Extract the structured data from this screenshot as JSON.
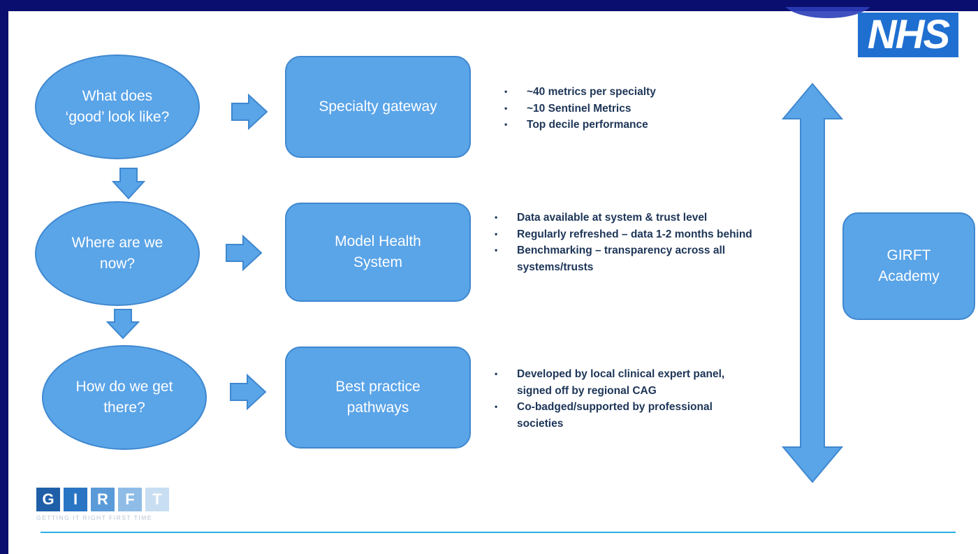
{
  "logos": {
    "nhs_text": "NHS",
    "girft_letters": [
      "G",
      "I",
      "R",
      "F",
      "T"
    ],
    "girft_letter_colors": [
      "#1f5fa8",
      "#2a74c4",
      "#5a9ad8",
      "#8fbce6",
      "#c8def2"
    ],
    "girft_tagline": "GETTING IT RIGHT FIRST TIME"
  },
  "questions": [
    {
      "label": "What does ‘good’ look like?"
    },
    {
      "label": "Where are we now?"
    },
    {
      "label": "How do we get there?"
    }
  ],
  "steps": [
    {
      "label": "Specialty gateway",
      "bullets": [
        "~40 metrics per specialty",
        "~10 Sentinel Metrics",
        "Top decile performance"
      ]
    },
    {
      "label": "Model Health System",
      "bullets": [
        "Data available at system & trust level",
        "Regularly refreshed – data 1-2 months behind",
        "Benchmarking – transparency across all systems/trusts"
      ]
    },
    {
      "label": "Best practice pathways",
      "bullets": [
        "Developed by local clinical expert panel, signed off by regional CAG",
        "Co-badged/supported by professional societies"
      ]
    }
  ],
  "academy": {
    "label": "GIRFT Academy"
  },
  "colors": {
    "shape_fill": "#5aa4e8",
    "shape_border": "#3f88cf",
    "bullet_text": "#1d3557",
    "frame": "#0a0e6e",
    "rule": "#2ab0e8"
  }
}
